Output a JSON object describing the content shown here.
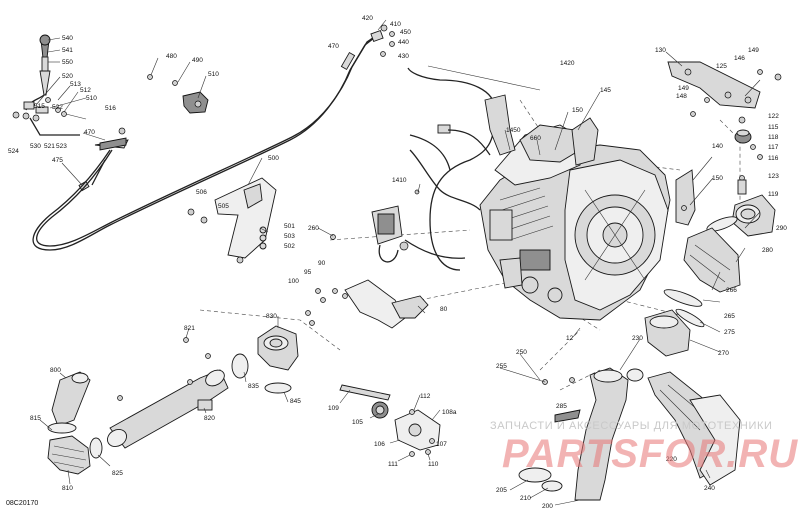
{
  "diagram": {
    "reference_code": "08C20170",
    "watermark_text": "ЗАПЧАСТИ И АКСЕССУАРЫ ДЛЯ МОТОТЕХНИКИ",
    "watermark_logo": "PARTSFOR.RU",
    "callouts": [
      {
        "id": "540",
        "label": "540"
      },
      {
        "id": "541",
        "label": "541"
      },
      {
        "id": "550",
        "label": "550"
      },
      {
        "id": "520",
        "label": "520"
      },
      {
        "id": "513",
        "label": "513"
      },
      {
        "id": "512",
        "label": "512"
      },
      {
        "id": "510",
        "label": "510"
      },
      {
        "id": "515",
        "label": "515"
      },
      {
        "id": "522",
        "label": "522"
      },
      {
        "id": "516",
        "label": "516"
      },
      {
        "id": "524",
        "label": "524"
      },
      {
        "id": "530",
        "label": "530"
      },
      {
        "id": "521",
        "label": "521"
      },
      {
        "id": "523",
        "label": "523"
      },
      {
        "id": "470a",
        "label": "470"
      },
      {
        "id": "475",
        "label": "475"
      },
      {
        "id": "480",
        "label": "480"
      },
      {
        "id": "490",
        "label": "490"
      },
      {
        "id": "510b",
        "label": "510"
      },
      {
        "id": "420",
        "label": "420"
      },
      {
        "id": "410",
        "label": "410"
      },
      {
        "id": "450",
        "label": "450"
      },
      {
        "id": "440",
        "label": "440"
      },
      {
        "id": "430",
        "label": "430"
      },
      {
        "id": "470b",
        "label": "470"
      },
      {
        "id": "1420",
        "label": "1420"
      },
      {
        "id": "145",
        "label": "145"
      },
      {
        "id": "150",
        "label": "150"
      },
      {
        "id": "1450",
        "label": "1450"
      },
      {
        "id": "660",
        "label": "660"
      },
      {
        "id": "130",
        "label": "130"
      },
      {
        "id": "149a",
        "label": "149"
      },
      {
        "id": "125",
        "label": "125"
      },
      {
        "id": "146",
        "label": "146"
      },
      {
        "id": "148",
        "label": "148"
      },
      {
        "id": "149b",
        "label": "149"
      },
      {
        "id": "122",
        "label": "122"
      },
      {
        "id": "115",
        "label": "115"
      },
      {
        "id": "118",
        "label": "118"
      },
      {
        "id": "117",
        "label": "117"
      },
      {
        "id": "116",
        "label": "116"
      },
      {
        "id": "140",
        "label": "140"
      },
      {
        "id": "123",
        "label": "123"
      },
      {
        "id": "150b",
        "label": "150"
      },
      {
        "id": "119",
        "label": "119"
      },
      {
        "id": "500",
        "label": "500"
      },
      {
        "id": "1410",
        "label": "1410"
      },
      {
        "id": "506",
        "label": "506"
      },
      {
        "id": "505",
        "label": "505"
      },
      {
        "id": "501",
        "label": "501"
      },
      {
        "id": "503",
        "label": "503"
      },
      {
        "id": "502",
        "label": "502"
      },
      {
        "id": "260",
        "label": "260"
      },
      {
        "id": "290",
        "label": "290"
      },
      {
        "id": "280",
        "label": "280"
      },
      {
        "id": "266",
        "label": "266"
      },
      {
        "id": "95",
        "label": "95"
      },
      {
        "id": "90",
        "label": "90"
      },
      {
        "id": "100",
        "label": "100"
      },
      {
        "id": "80",
        "label": "80"
      },
      {
        "id": "265",
        "label": "265"
      },
      {
        "id": "275",
        "label": "275"
      },
      {
        "id": "821",
        "label": "821"
      },
      {
        "id": "830",
        "label": "830"
      },
      {
        "id": "12",
        "label": "12"
      },
      {
        "id": "270",
        "label": "270"
      },
      {
        "id": "230",
        "label": "230"
      },
      {
        "id": "800",
        "label": "800"
      },
      {
        "id": "250",
        "label": "250"
      },
      {
        "id": "255",
        "label": "255"
      },
      {
        "id": "835",
        "label": "835"
      },
      {
        "id": "820",
        "label": "820"
      },
      {
        "id": "845",
        "label": "845"
      },
      {
        "id": "109",
        "label": "109"
      },
      {
        "id": "112",
        "label": "112"
      },
      {
        "id": "105",
        "label": "105"
      },
      {
        "id": "108a",
        "label": "108a"
      },
      {
        "id": "285",
        "label": "285"
      },
      {
        "id": "815",
        "label": "815"
      },
      {
        "id": "106",
        "label": "106"
      },
      {
        "id": "107",
        "label": "107"
      },
      {
        "id": "220",
        "label": "220"
      },
      {
        "id": "825",
        "label": "825"
      },
      {
        "id": "111",
        "label": "111"
      },
      {
        "id": "110",
        "label": "110"
      },
      {
        "id": "810",
        "label": "810"
      },
      {
        "id": "240",
        "label": "240"
      },
      {
        "id": "205",
        "label": "205"
      },
      {
        "id": "210",
        "label": "210"
      },
      {
        "id": "200",
        "label": "200"
      }
    ]
  }
}
